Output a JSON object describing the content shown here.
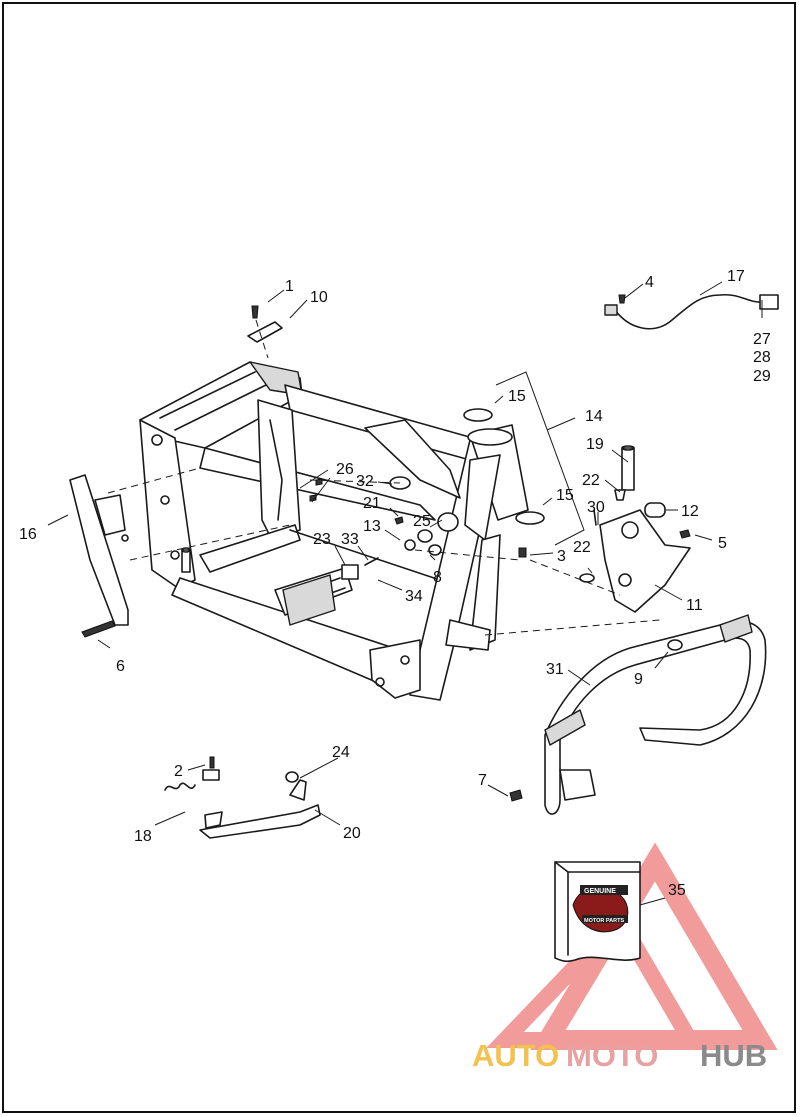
{
  "callouts": [
    {
      "id": "c1",
      "label": "1"
    },
    {
      "id": "c2",
      "label": "2"
    },
    {
      "id": "c3",
      "label": "3"
    },
    {
      "id": "c4",
      "label": "4"
    },
    {
      "id": "c5",
      "label": "5"
    },
    {
      "id": "c6",
      "label": "6"
    },
    {
      "id": "c7",
      "label": "7"
    },
    {
      "id": "c8",
      "label": "8"
    },
    {
      "id": "c9",
      "label": "9"
    },
    {
      "id": "c10",
      "label": "10"
    },
    {
      "id": "c11",
      "label": "11"
    },
    {
      "id": "c12",
      "label": "12"
    },
    {
      "id": "c13",
      "label": "13"
    },
    {
      "id": "c14",
      "label": "14"
    },
    {
      "id": "c15a",
      "label": "15"
    },
    {
      "id": "c15b",
      "label": "15"
    },
    {
      "id": "c16",
      "label": "16"
    },
    {
      "id": "c17",
      "label": "17"
    },
    {
      "id": "c18",
      "label": "18"
    },
    {
      "id": "c19",
      "label": "19"
    },
    {
      "id": "c20",
      "label": "20"
    },
    {
      "id": "c21",
      "label": "21"
    },
    {
      "id": "c22a",
      "label": "22"
    },
    {
      "id": "c22b",
      "label": "22"
    },
    {
      "id": "c23",
      "label": "23"
    },
    {
      "id": "c24",
      "label": "24"
    },
    {
      "id": "c25",
      "label": "25"
    },
    {
      "id": "c26",
      "label": "26"
    },
    {
      "id": "c27",
      "label": "27"
    },
    {
      "id": "c28",
      "label": "28"
    },
    {
      "id": "c29",
      "label": "29"
    },
    {
      "id": "c30",
      "label": "30"
    },
    {
      "id": "c31",
      "label": "31"
    },
    {
      "id": "c32",
      "label": "32"
    },
    {
      "id": "c33",
      "label": "33"
    },
    {
      "id": "c34",
      "label": "34"
    },
    {
      "id": "c35",
      "label": "35"
    }
  ],
  "genuine_box": {
    "line1": "GENUINE",
    "line2": "MOTOR PARTS"
  },
  "watermark": {
    "part1": "AUTO",
    "part2": "MOTO",
    "part3": "HUB",
    "color1": "#f2c14e",
    "color2": "#e8a0a0",
    "color3": "#8a8a8a"
  },
  "colors": {
    "line": "#1a1a1a",
    "watermark_triangle": "#e84a4a"
  }
}
